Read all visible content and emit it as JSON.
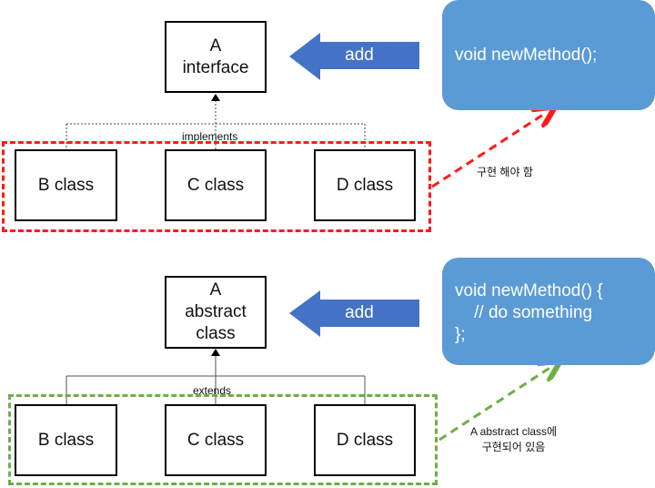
{
  "colors": {
    "accent_blue": "#5b9bd5",
    "arrow_blue": "#4472c4",
    "red_dash": "#ff1a1a",
    "green_dash": "#70ad47"
  },
  "top": {
    "interface_box": "A\ninterface",
    "add_label": "add",
    "code": "void newMethod();",
    "relation_label": "implements",
    "classes": [
      "B class",
      "C class",
      "D class"
    ],
    "note": "구현 해야 함"
  },
  "bottom": {
    "abstract_box": "A\nabstract\nclass",
    "add_label": "add",
    "code": "void newMethod() {\n    // do something\n};",
    "relation_label": "extends",
    "classes": [
      "B class",
      "C class",
      "D class"
    ],
    "note": "A abstract class에\n구현되어 있음"
  }
}
